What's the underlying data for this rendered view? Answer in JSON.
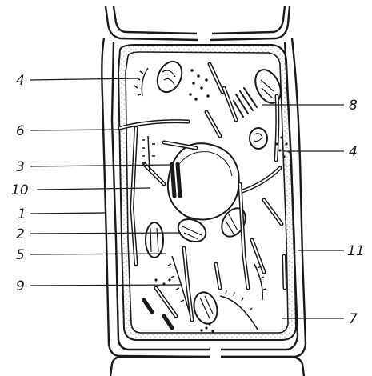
{
  "labels": {
    "l1": "1",
    "l2": "2",
    "l3": "3",
    "l4a": "4",
    "l4b": "4",
    "l5": "5",
    "l6": "6",
    "l7": "7",
    "l8": "8",
    "l9": "9",
    "l10": "10",
    "l11": "11"
  },
  "colors": {
    "ink": "#1a1a1a",
    "paper": "#ffffff"
  }
}
